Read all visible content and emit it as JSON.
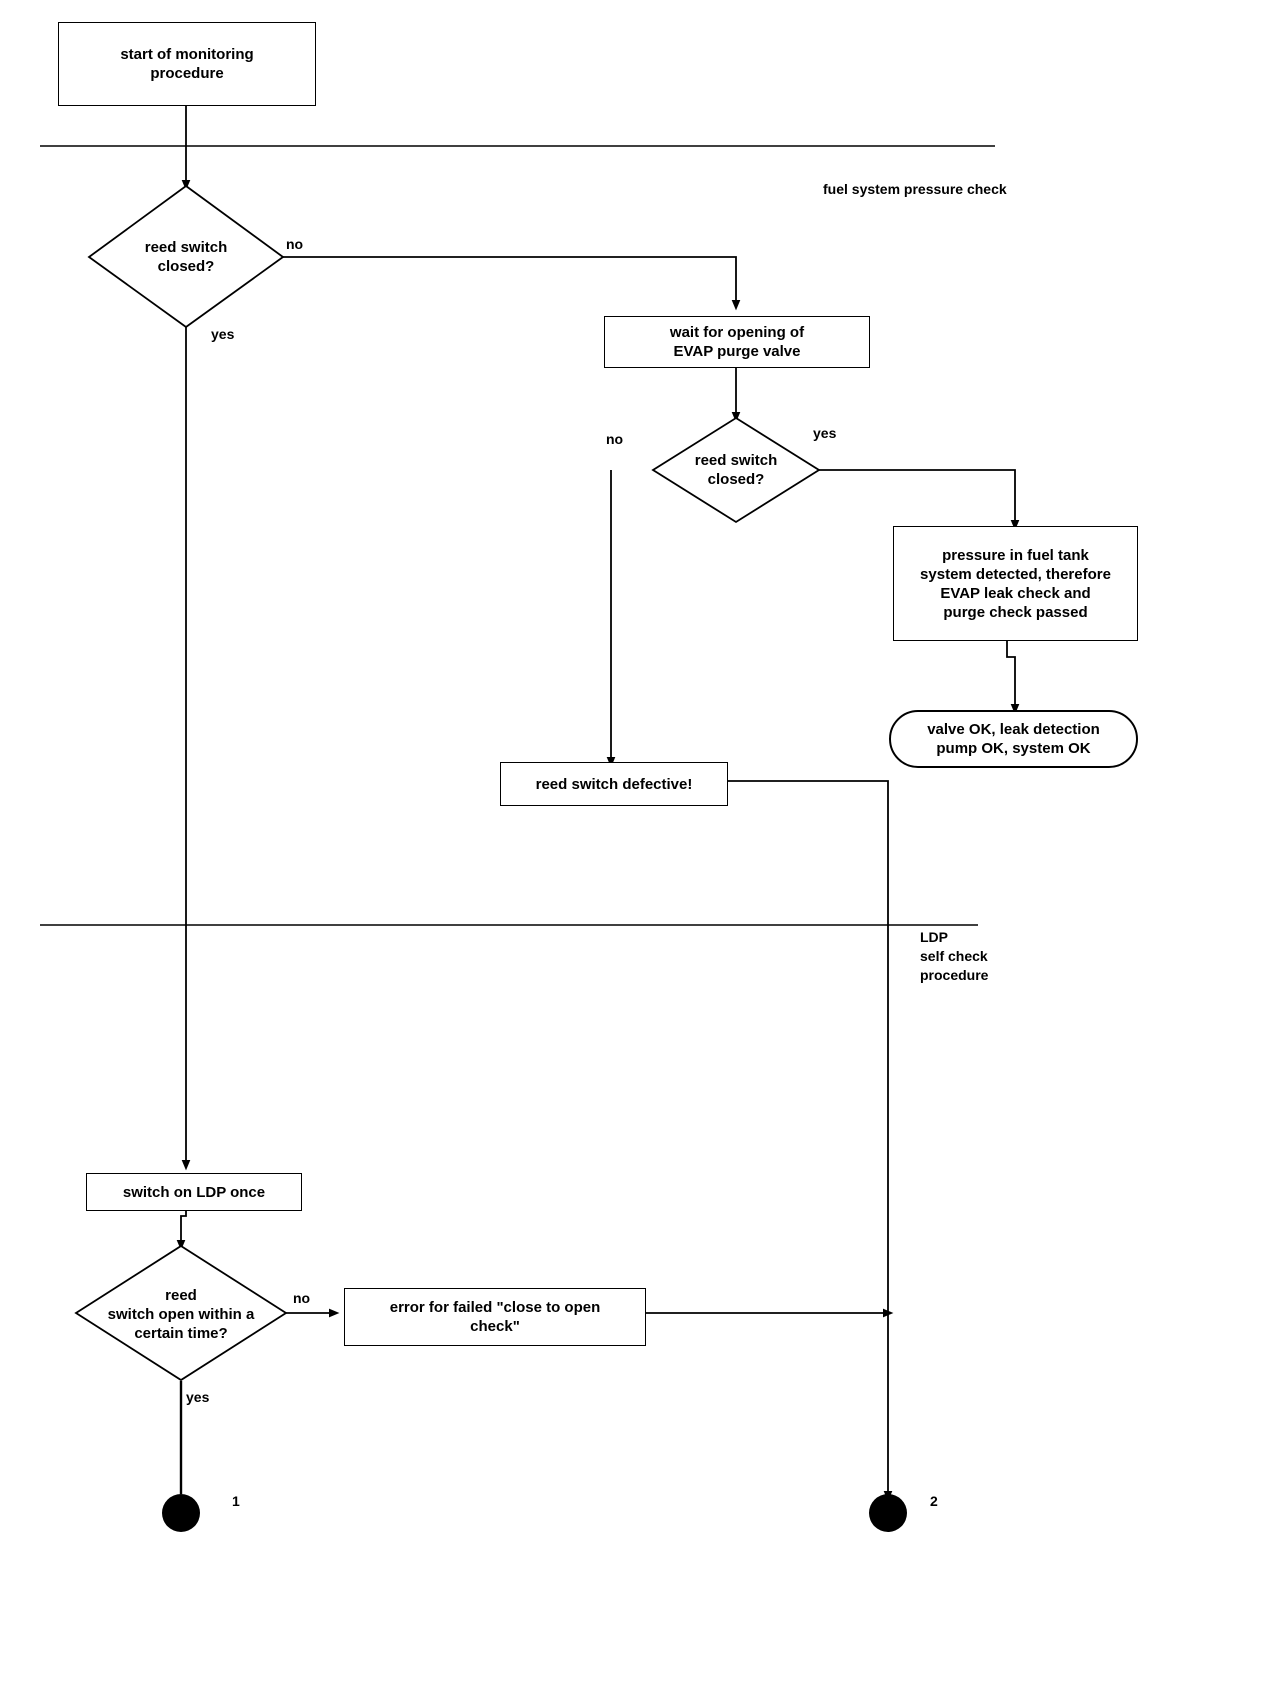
{
  "diagram": {
    "title": "EVAP / LDP monitoring procedure flowchart",
    "stroke_color": "#000000",
    "background_color": "#ffffff",
    "swimlanes": [
      {
        "id": "lane-fuel",
        "label": "fuel system pressure check"
      },
      {
        "id": "lane-ldp",
        "label": "LDP\nself check\nprocedure"
      }
    ],
    "nodes": [
      {
        "id": "start",
        "type": "process",
        "label": "start of monitoring\nprocedure"
      },
      {
        "id": "decision-reed-1",
        "type": "decision",
        "label": "reed switch\nclosed?"
      },
      {
        "id": "wait-evap",
        "type": "process",
        "label": "wait for opening of\nEVAP purge valve"
      },
      {
        "id": "decision-reed-2",
        "type": "decision",
        "label": "reed switch\nclosed?"
      },
      {
        "id": "pressure-detected",
        "type": "process",
        "label": "pressure in fuel  tank\nsystem detected, therefore\nEVAP leak check and\npurge check passed"
      },
      {
        "id": "valve-ok",
        "type": "terminator",
        "label": "valve OK, leak detection\npump OK, system OK"
      },
      {
        "id": "reed-defective",
        "type": "process",
        "label": "reed switch defective!"
      },
      {
        "id": "switch-on-ldp",
        "type": "process",
        "label": "switch on LDP once"
      },
      {
        "id": "decision-reed-open",
        "type": "decision",
        "label": "reed\nswitch open within  a\ncertain time?"
      },
      {
        "id": "error-close-to-open",
        "type": "process",
        "label": "error for failed \"close to open\ncheck\""
      },
      {
        "id": "terminal-1",
        "type": "connector",
        "label": "1"
      },
      {
        "id": "terminal-2",
        "type": "connector",
        "label": "2"
      }
    ],
    "edges": [
      {
        "from": "start",
        "to": "decision-reed-1",
        "label": ""
      },
      {
        "from": "decision-reed-1",
        "to": "wait-evap",
        "label": "no"
      },
      {
        "from": "decision-reed-1",
        "to": "switch-on-ldp",
        "label": "yes"
      },
      {
        "from": "wait-evap",
        "to": "decision-reed-2",
        "label": ""
      },
      {
        "from": "decision-reed-2",
        "to": "reed-defective",
        "label": "no"
      },
      {
        "from": "decision-reed-2",
        "to": "pressure-detected",
        "label": "yes"
      },
      {
        "from": "pressure-detected",
        "to": "valve-ok",
        "label": ""
      },
      {
        "from": "reed-defective",
        "to": "terminal-2",
        "label": ""
      },
      {
        "from": "switch-on-ldp",
        "to": "decision-reed-open",
        "label": ""
      },
      {
        "from": "decision-reed-open",
        "to": "error-close-to-open",
        "label": "no"
      },
      {
        "from": "decision-reed-open",
        "to": "terminal-1",
        "label": "yes"
      },
      {
        "from": "error-close-to-open",
        "to": "terminal-2",
        "label": ""
      }
    ],
    "edge_labels": {
      "reed1_no": "no",
      "reed1_yes": "yes",
      "reed2_no": "no",
      "reed2_yes": "yes",
      "reedopen_no": "no",
      "reedopen_yes": "yes"
    }
  }
}
